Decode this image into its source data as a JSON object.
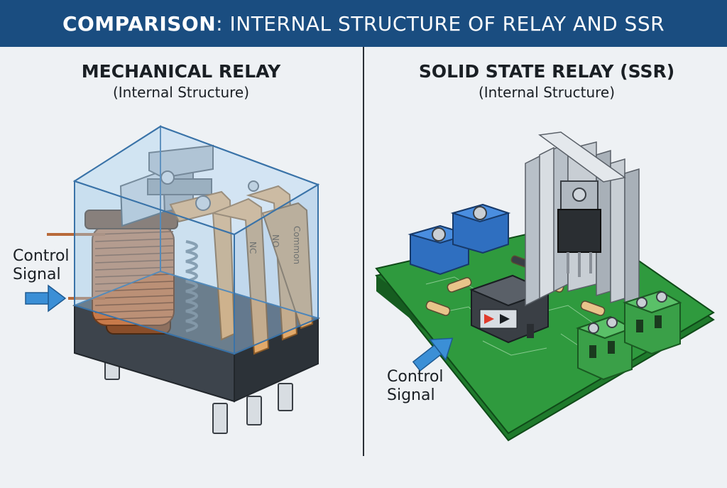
{
  "banner": {
    "bold": "COMPARISON",
    "rest": ": INTERNAL STRUCTURE OF RELAY AND SSR"
  },
  "left": {
    "title": "MECHANICAL RELAY",
    "subtitle": "(Internal Structure)",
    "signal_line1": "Control",
    "signal_line2": "Signal",
    "contact_labels": [
      "NC",
      "NO",
      "Common"
    ]
  },
  "right": {
    "title": "SOLID STATE RELAY (SSR)",
    "subtitle": "(Internal Structure)",
    "signal_line1": "Control",
    "signal_line2": "Signal"
  },
  "colors": {
    "banner": "#1a4d80",
    "copper": "#c87a4a",
    "pcb": "#2f9a3e",
    "arrow": "#3b8fd6"
  }
}
